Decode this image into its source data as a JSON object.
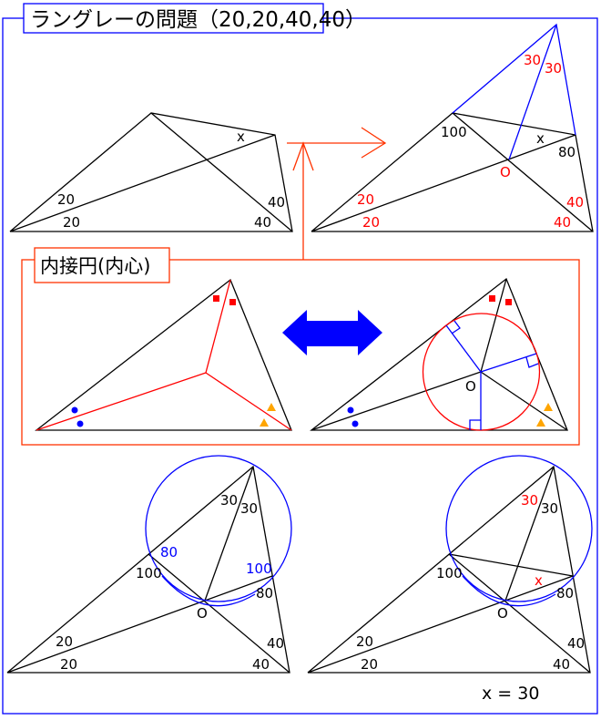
{
  "title": "ラングレーの問題（20,20,40,40）",
  "incircle_section_title": "内接円(内心)",
  "panel1": {
    "x": "x",
    "a1": "20",
    "a2": "20",
    "c1": "40",
    "c2": "40"
  },
  "panel2": {
    "p1": "30",
    "p2": "30",
    "d": "100",
    "x": "x",
    "e": "80",
    "o": "O",
    "a1": "20",
    "a2": "20",
    "c1": "40",
    "c2": "40"
  },
  "panel4": {
    "o": "O"
  },
  "panel5": {
    "p1": "30",
    "p2": "30",
    "d_in": "80",
    "e_in": "100",
    "d": "100",
    "e": "80",
    "o": "O",
    "a1": "20",
    "a2": "20",
    "c1": "40",
    "c2": "40"
  },
  "panel6": {
    "p1": "30",
    "p2": "30",
    "d": "100",
    "x": "x",
    "e": "80",
    "o": "O",
    "a1": "20",
    "a2": "20",
    "c1": "40",
    "c2": "40"
  },
  "answer": "x = 30",
  "colors": {
    "frame": "#0000ff",
    "section": "#ff3300",
    "highlight": "#ff0000",
    "arrow": "#0000ff",
    "triangle_marker": "#ffa500"
  }
}
